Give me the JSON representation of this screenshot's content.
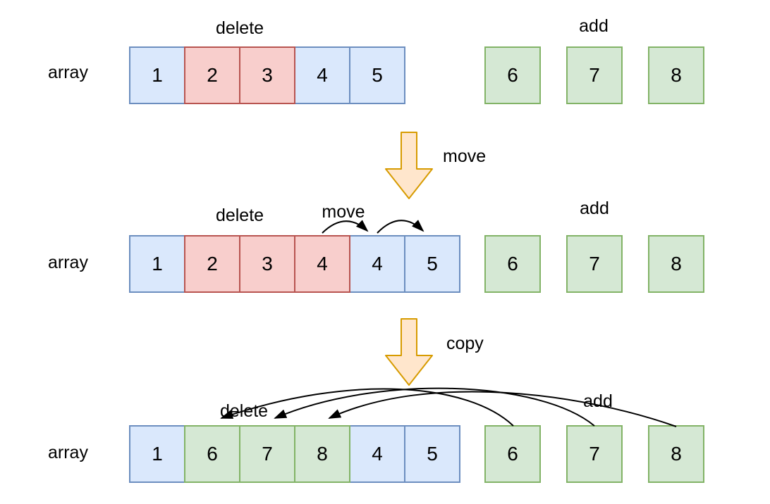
{
  "colors": {
    "blue_fill": "#dae8fc",
    "blue_stroke": "#6c8ebf",
    "red_fill": "#f8cecc",
    "red_stroke": "#b85450",
    "green_fill": "#d5e8d4",
    "green_stroke": "#82b366",
    "big_arrow_fill": "#ffe6cc",
    "big_arrow_stroke": "#d79b00",
    "line": "#000000"
  },
  "sections": [
    {
      "array_label": "array",
      "delete_label": "delete",
      "add_label": "add",
      "cells": [
        {
          "value": "1",
          "color": "blue"
        },
        {
          "value": "2",
          "color": "red"
        },
        {
          "value": "3",
          "color": "red"
        },
        {
          "value": "4",
          "color": "blue"
        },
        {
          "value": "5",
          "color": "blue"
        }
      ],
      "add_cells": [
        {
          "value": "6",
          "color": "green"
        },
        {
          "value": "7",
          "color": "green"
        },
        {
          "value": "8",
          "color": "green"
        }
      ]
    },
    {
      "array_label": "array",
      "delete_label": "delete",
      "move_label": "move",
      "add_label": "add",
      "cells": [
        {
          "value": "1",
          "color": "blue"
        },
        {
          "value": "2",
          "color": "red"
        },
        {
          "value": "3",
          "color": "red"
        },
        {
          "value": "4",
          "color": "red"
        },
        {
          "value": "4",
          "color": "blue"
        },
        {
          "value": "5",
          "color": "blue"
        }
      ],
      "add_cells": [
        {
          "value": "6",
          "color": "green"
        },
        {
          "value": "7",
          "color": "green"
        },
        {
          "value": "8",
          "color": "green"
        }
      ]
    },
    {
      "array_label": "array",
      "delete_label": "delete",
      "add_label": "add",
      "cells": [
        {
          "value": "1",
          "color": "blue"
        },
        {
          "value": "6",
          "color": "green"
        },
        {
          "value": "7",
          "color": "green"
        },
        {
          "value": "8",
          "color": "green"
        },
        {
          "value": "4",
          "color": "blue"
        },
        {
          "value": "5",
          "color": "blue"
        }
      ],
      "add_cells": [
        {
          "value": "6",
          "color": "green"
        },
        {
          "value": "7",
          "color": "green"
        },
        {
          "value": "8",
          "color": "green"
        }
      ]
    }
  ],
  "transitions": [
    {
      "label": "move"
    },
    {
      "label": "copy"
    }
  ]
}
